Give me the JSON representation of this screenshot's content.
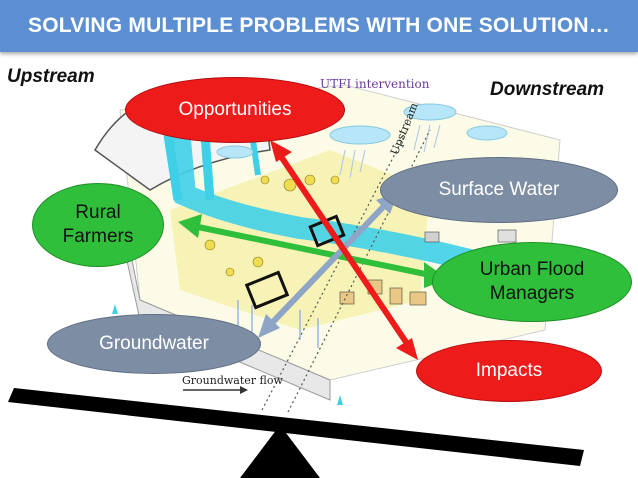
{
  "header": {
    "title": "SOLVING MULTIPLE PROBLEMS WITH ONE SOLUTION…"
  },
  "labels": {
    "upstream": "Upstream",
    "downstream": "Downstream"
  },
  "scene": {
    "intervention": "UTFI intervention",
    "gw_flow": "Groundwater flow",
    "updown": "Upstream"
  },
  "bubbles": {
    "opportunities": "Opportunities",
    "surface_water": "Surface Water",
    "rural_farmers_1": "Rural",
    "rural_farmers_2": "Farmers",
    "urban_1": "Urban Flood",
    "urban_2": "Managers",
    "groundwater": "Groundwater",
    "impacts": "Impacts"
  },
  "colors": {
    "banner": "#5b8fd2",
    "red": "#ee1b1b",
    "green": "#2fbf3a",
    "grey": "#7d8da3",
    "river": "#3fd0e8"
  }
}
